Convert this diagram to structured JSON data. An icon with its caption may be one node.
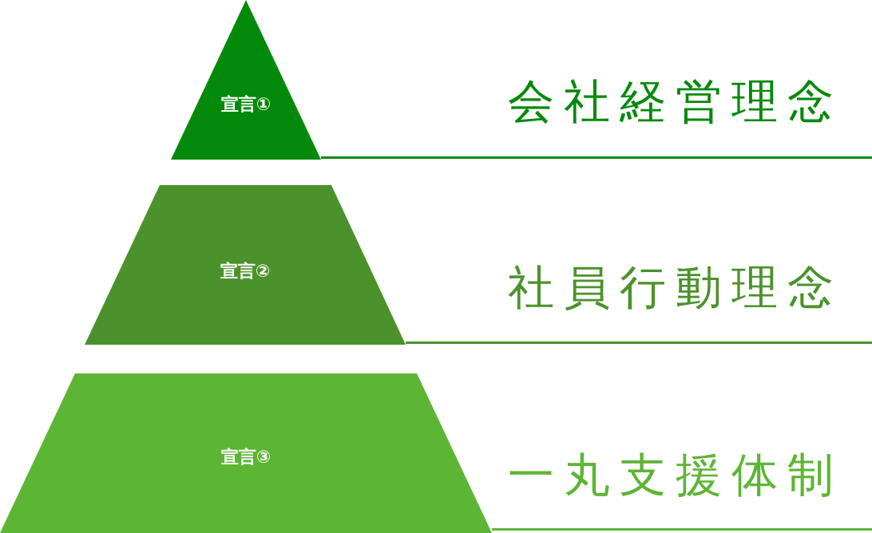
{
  "diagram": {
    "nodes": [
      {
        "text": [
          "宣言①"
        ]
      },
      {
        "text": [
          "宣言②"
        ]
      },
      {
        "text": [
          "宣言③"
        ]
      }
    ],
    "labels": [
      "会社経営理念",
      "社員行動理念",
      "一丸支援体制"
    ]
  }
}
